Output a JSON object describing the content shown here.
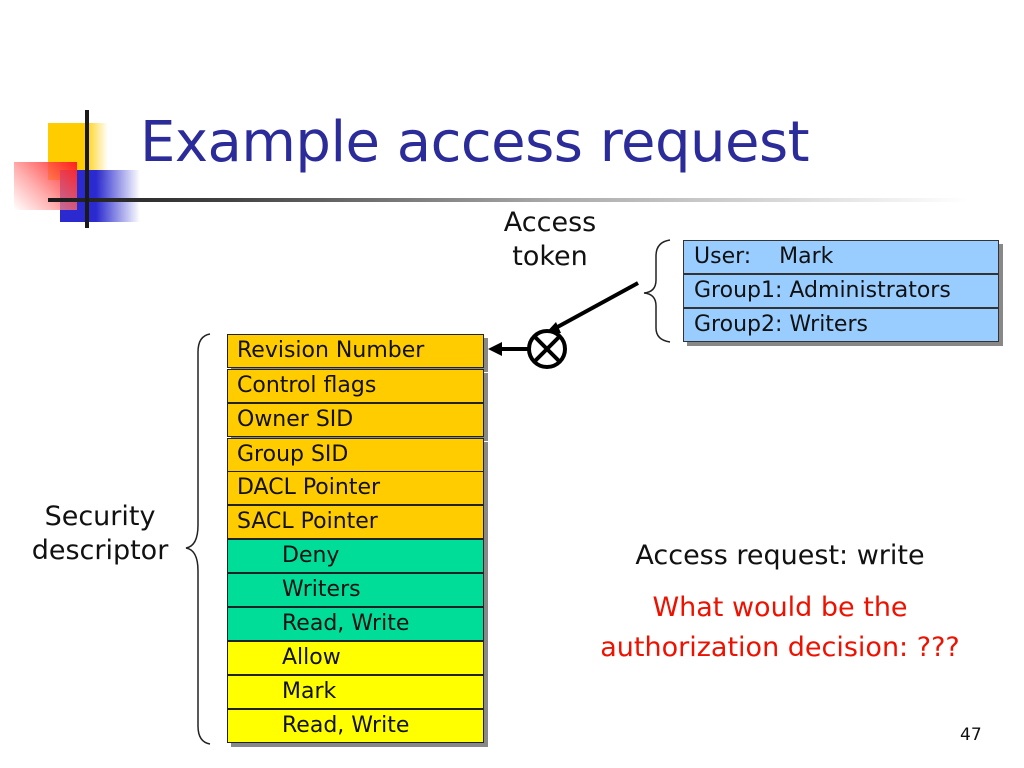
{
  "slide": {
    "title": "Example access request",
    "page_number": "47"
  },
  "access_token": {
    "label_line1": "Access",
    "label_line2": "token",
    "rows": [
      {
        "key": "User:",
        "value": "Mark"
      },
      {
        "key": "Group1:",
        "value": "Administrators"
      },
      {
        "key": "Group2:",
        "value": "Writers"
      }
    ],
    "row_text": [
      "User:    Mark",
      "Group1: Administrators",
      "Group2: Writers"
    ],
    "color": "#99ccff"
  },
  "security_descriptor": {
    "label_line1": "Security",
    "label_line2": "descriptor",
    "header_fields": [
      "Revision Number",
      "Control flags",
      "Owner SID",
      "Group SID",
      "DACL Pointer",
      "SACL Pointer"
    ],
    "aces": [
      {
        "type": "Deny",
        "sid": "Writers",
        "rights": "Read, Write",
        "color": "#00dd99"
      },
      {
        "type": "Allow",
        "sid": "Mark",
        "rights": "Read, Write",
        "color": "#ffff00"
      }
    ],
    "header_color": "#ffcc00"
  },
  "request": {
    "text": "Access request: write",
    "question_line1": "What would be the",
    "question_line2": "authorization decision: ???",
    "question_color": "#ee1100"
  },
  "icons": {
    "combine": "circled-x-operator",
    "arrow": "arrow-left"
  }
}
